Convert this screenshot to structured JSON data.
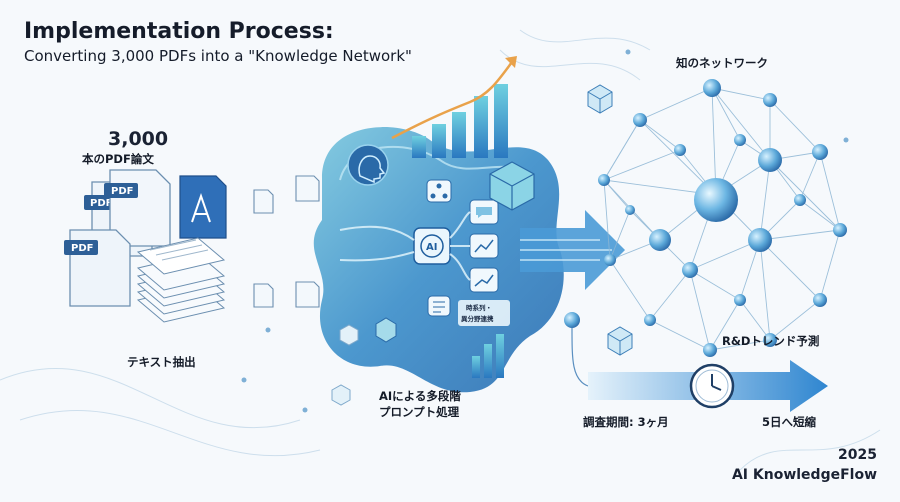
{
  "title": "Implementation Process:",
  "subtitle": "Converting 3,000 PDFs into a \"Knowledge Network\"",
  "source": {
    "count": "3,000",
    "count_caption": "本のPDF論文",
    "file_badge": "PDF",
    "caption": "テキスト抽出"
  },
  "ai_stage": {
    "chip_label": "AI",
    "mini_label_1": "時系列・",
    "mini_label_2": "異分野連携",
    "caption_1": "AIによる多段階",
    "caption_2": "プロンプト処理"
  },
  "network": {
    "title": "知のネットワーク",
    "caption": "R&Dトレンド予測"
  },
  "timeline": {
    "before": "調査期間: 3ヶ月",
    "after": "5日へ短縮"
  },
  "footer": {
    "year": "2025",
    "brand": "AI KnowledgeFlow"
  },
  "colors": {
    "accent_blue": "#2f79c4",
    "teal": "#5bb8c9",
    "light_blue": "#a9d3ef",
    "dark_text": "#151c2a"
  },
  "icons": [
    "pdf-file-icon",
    "acrobat-icon",
    "head-profile-icon",
    "network-nodes-icon",
    "chat-icon",
    "chart-icon",
    "clock-icon",
    "cube-icon"
  ]
}
